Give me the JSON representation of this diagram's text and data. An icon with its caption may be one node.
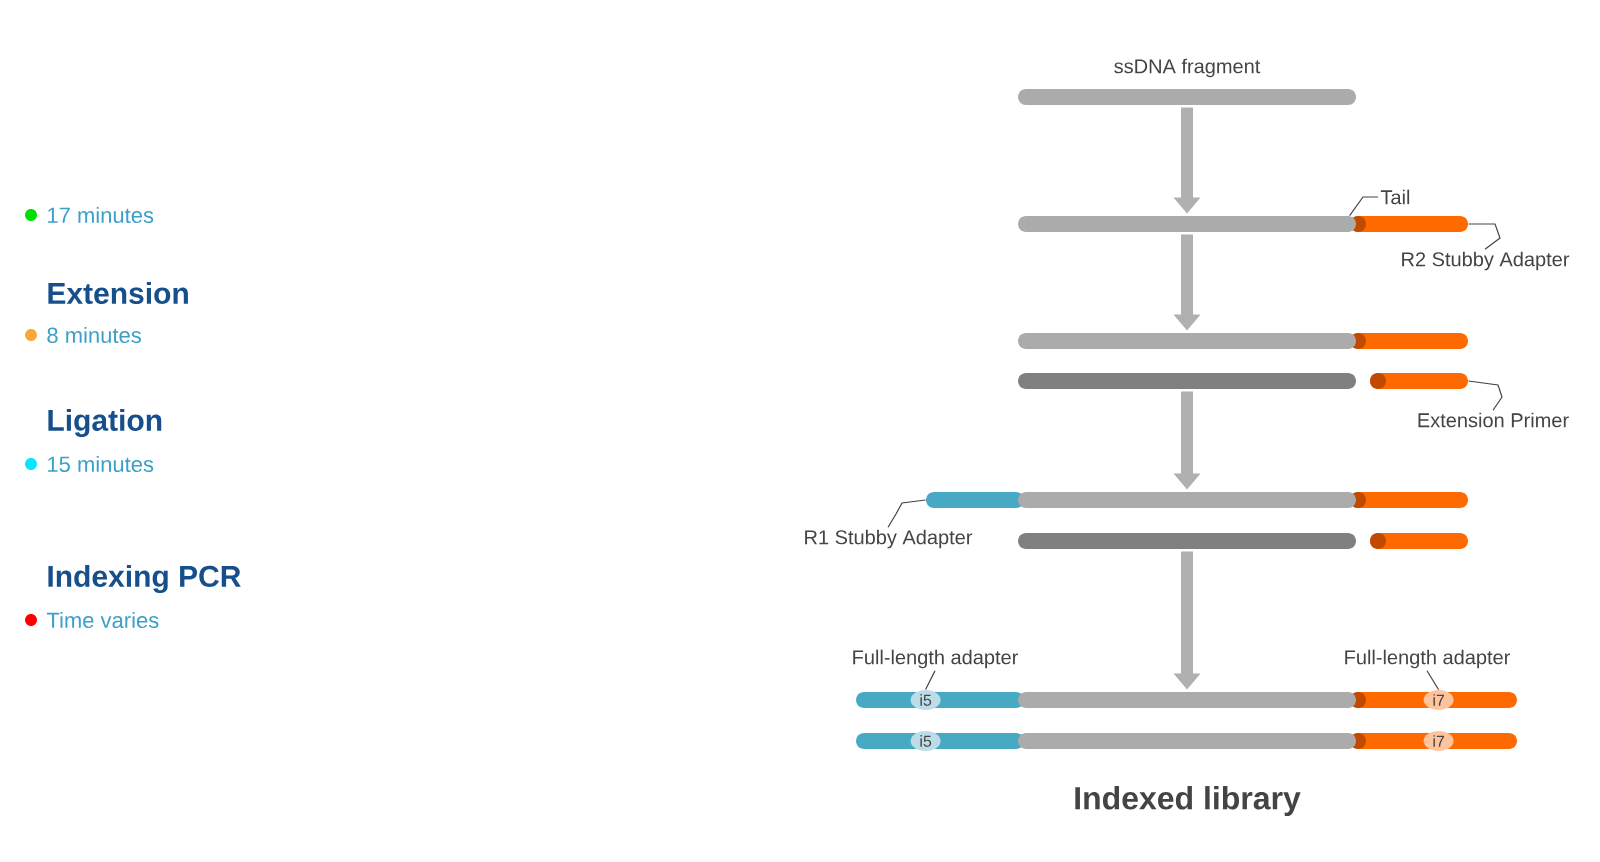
{
  "diagram": {
    "caption": "Indexed library",
    "nodes": [
      {
        "text": [
          "ssDNA fragment"
        ]
      },
      {
        "text": [],
        "shape": "bar"
      },
      {
        "text": [],
        "shape": "bar"
      },
      {
        "text": [
          "Tail"
        ]
      },
      {
        "text": [
          "R2 Stubby Adapter"
        ]
      },
      {
        "text": [],
        "shape": "bar"
      },
      {
        "text": [],
        "shape": "bar"
      },
      {
        "text": [],
        "shape": "bar"
      },
      {
        "text": [],
        "shape": "bar"
      },
      {
        "text": [
          "Extension Primer"
        ]
      },
      {
        "text": [],
        "shape": "bar"
      },
      {
        "text": [],
        "shape": "bar"
      },
      {
        "text": [],
        "shape": "bar"
      },
      {
        "text": [],
        "shape": "bar"
      },
      {
        "text": [],
        "shape": "bar"
      },
      {
        "text": [
          "R1 Stubby Adapter"
        ]
      },
      {
        "text": [],
        "shape": "bar"
      },
      {
        "text": [
          "i5"
        ],
        "in": 16
      },
      {
        "text": [],
        "shape": "bar"
      },
      {
        "text": [],
        "shape": "bar"
      },
      {
        "text": [
          "i7"
        ],
        "in": 19
      },
      {
        "text": [],
        "shape": "bar"
      },
      {
        "text": [
          "i5"
        ],
        "in": 21
      },
      {
        "text": [],
        "shape": "bar"
      },
      {
        "text": [],
        "shape": "bar"
      },
      {
        "text": [
          "i7"
        ],
        "in": 24
      },
      {
        "text": [
          "Full-length adapter"
        ]
      },
      {
        "text": [
          "Full-length adapter"
        ]
      }
    ],
    "edges": [
      {
        "from": 0,
        "to": 1,
        "arrow": "to",
        "style": "thick",
        "color": "#b0b0b0"
      },
      {
        "from": 1,
        "to": 5,
        "arrow": "to",
        "style": "thick",
        "color": "#b0b0b0"
      },
      {
        "from": 7,
        "to": 11,
        "arrow": "to",
        "style": "thick",
        "color": "#b0b0b0"
      },
      {
        "from": 13,
        "to": 18,
        "arrow": "to",
        "style": "thick",
        "color": "#b0b0b0"
      },
      {
        "from": 3,
        "to": 2,
        "arrow": "none"
      },
      {
        "from": 4,
        "to": 2,
        "arrow": "none"
      },
      {
        "from": 9,
        "to": 8,
        "arrow": "none"
      },
      {
        "from": 15,
        "to": 10,
        "arrow": "none"
      },
      {
        "from": 26,
        "to": 17,
        "arrow": "none"
      },
      {
        "from": 27,
        "to": 20,
        "arrow": "none"
      }
    ],
    "labels": [
      "Extension",
      "Ligation",
      "Indexing PCR"
    ],
    "legend": [
      {
        "text": "17 minutes",
        "color": "#00e000"
      },
      {
        "text": "8 minutes",
        "color": "#f7a935"
      },
      {
        "text": "15 minutes",
        "color": "#00e8ff"
      },
      {
        "text": "Time varies",
        "color": "#ff0000"
      }
    ]
  }
}
